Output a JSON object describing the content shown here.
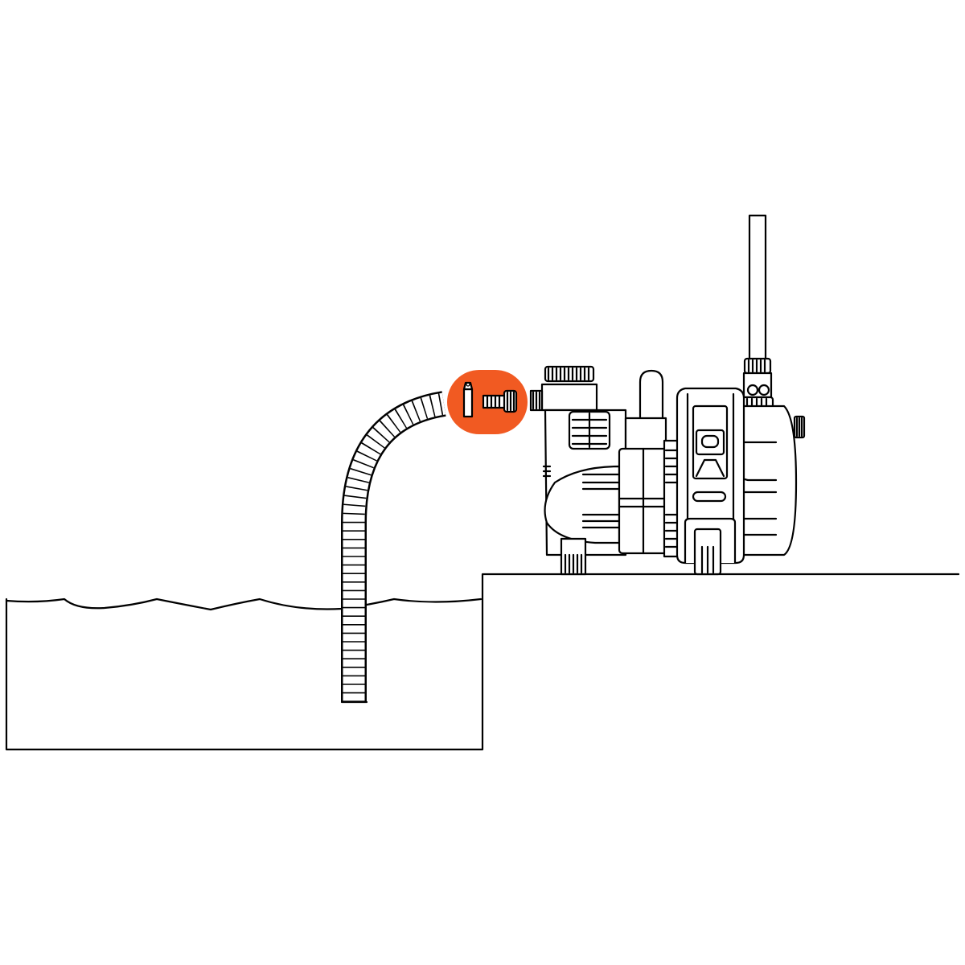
{
  "colors": {
    "highlight": "#f15a22",
    "line": "#000000",
    "background": "#ffffff"
  },
  "diagram": {
    "subject": "garden-pump-setup",
    "highlighted_parts": [
      "suction-hose-adapter",
      "threaded-connector"
    ]
  }
}
